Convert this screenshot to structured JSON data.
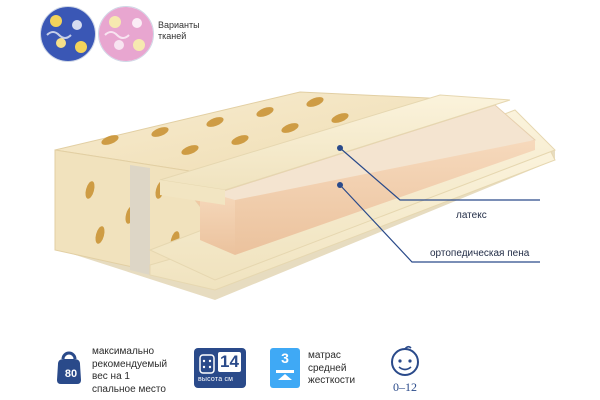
{
  "swatches": {
    "caption_line1": "Варианты",
    "caption_line2": "тканей",
    "items": [
      {
        "name": "blue-fabric",
        "color": "#3a57b5",
        "accent": "#f3d35b"
      },
      {
        "name": "pink-fabric",
        "color": "#e8a6d0",
        "accent": "#f6e9b0"
      }
    ]
  },
  "callouts": {
    "latex": "латекс",
    "foam": "ортопедическая пена"
  },
  "features": {
    "weight_value": "80",
    "weight_line1": "максимально",
    "weight_line2": "рекомендуемый",
    "weight_line3": "вес на 1",
    "weight_line4": "спальное место",
    "height_value": "14",
    "height_label": "высота",
    "height_unit": "см",
    "stiffness_value": "3",
    "stiffness_line1": "матрас",
    "stiffness_line2": "средней",
    "stiffness_line3": "жесткости",
    "age_range": "0–12"
  },
  "colors": {
    "accent_blue": "#2a4a8a",
    "light_blue": "#3fa9f5",
    "foam": "#f2cfae",
    "latex": "#f5ebcf",
    "cover": "#f3e6c2"
  }
}
